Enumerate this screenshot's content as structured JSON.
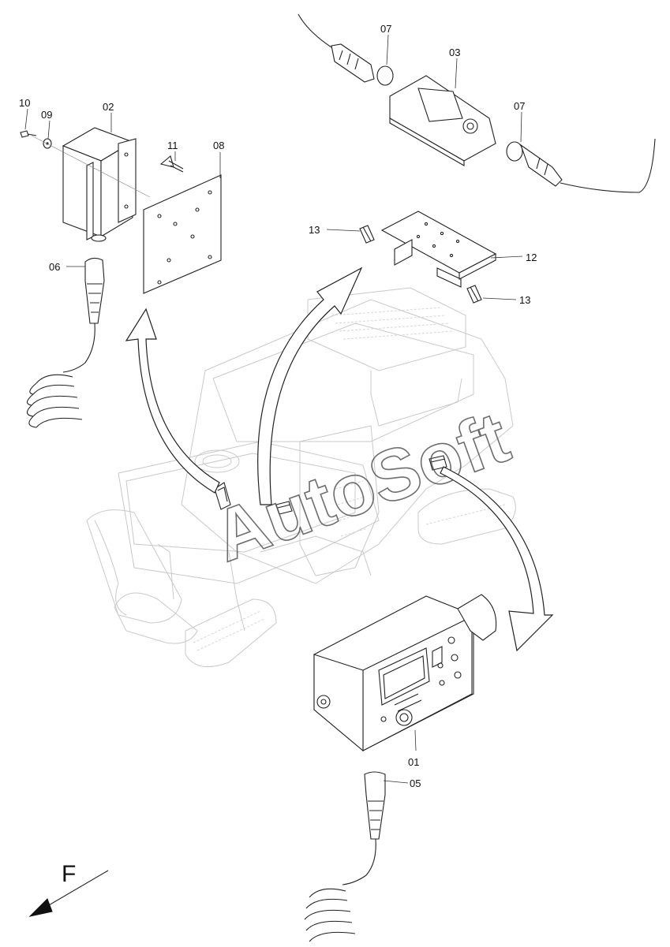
{
  "callouts": {
    "c01": "01",
    "c02": "02",
    "c03": "03",
    "c05": "05",
    "c06": "06",
    "c07a": "07",
    "c07b": "07",
    "c08": "08",
    "c09": "09",
    "c10": "10",
    "c11": "11",
    "c12": "12",
    "c13a": "13",
    "c13b": "13"
  },
  "direction_label": "F",
  "watermark": "AutoSoft"
}
